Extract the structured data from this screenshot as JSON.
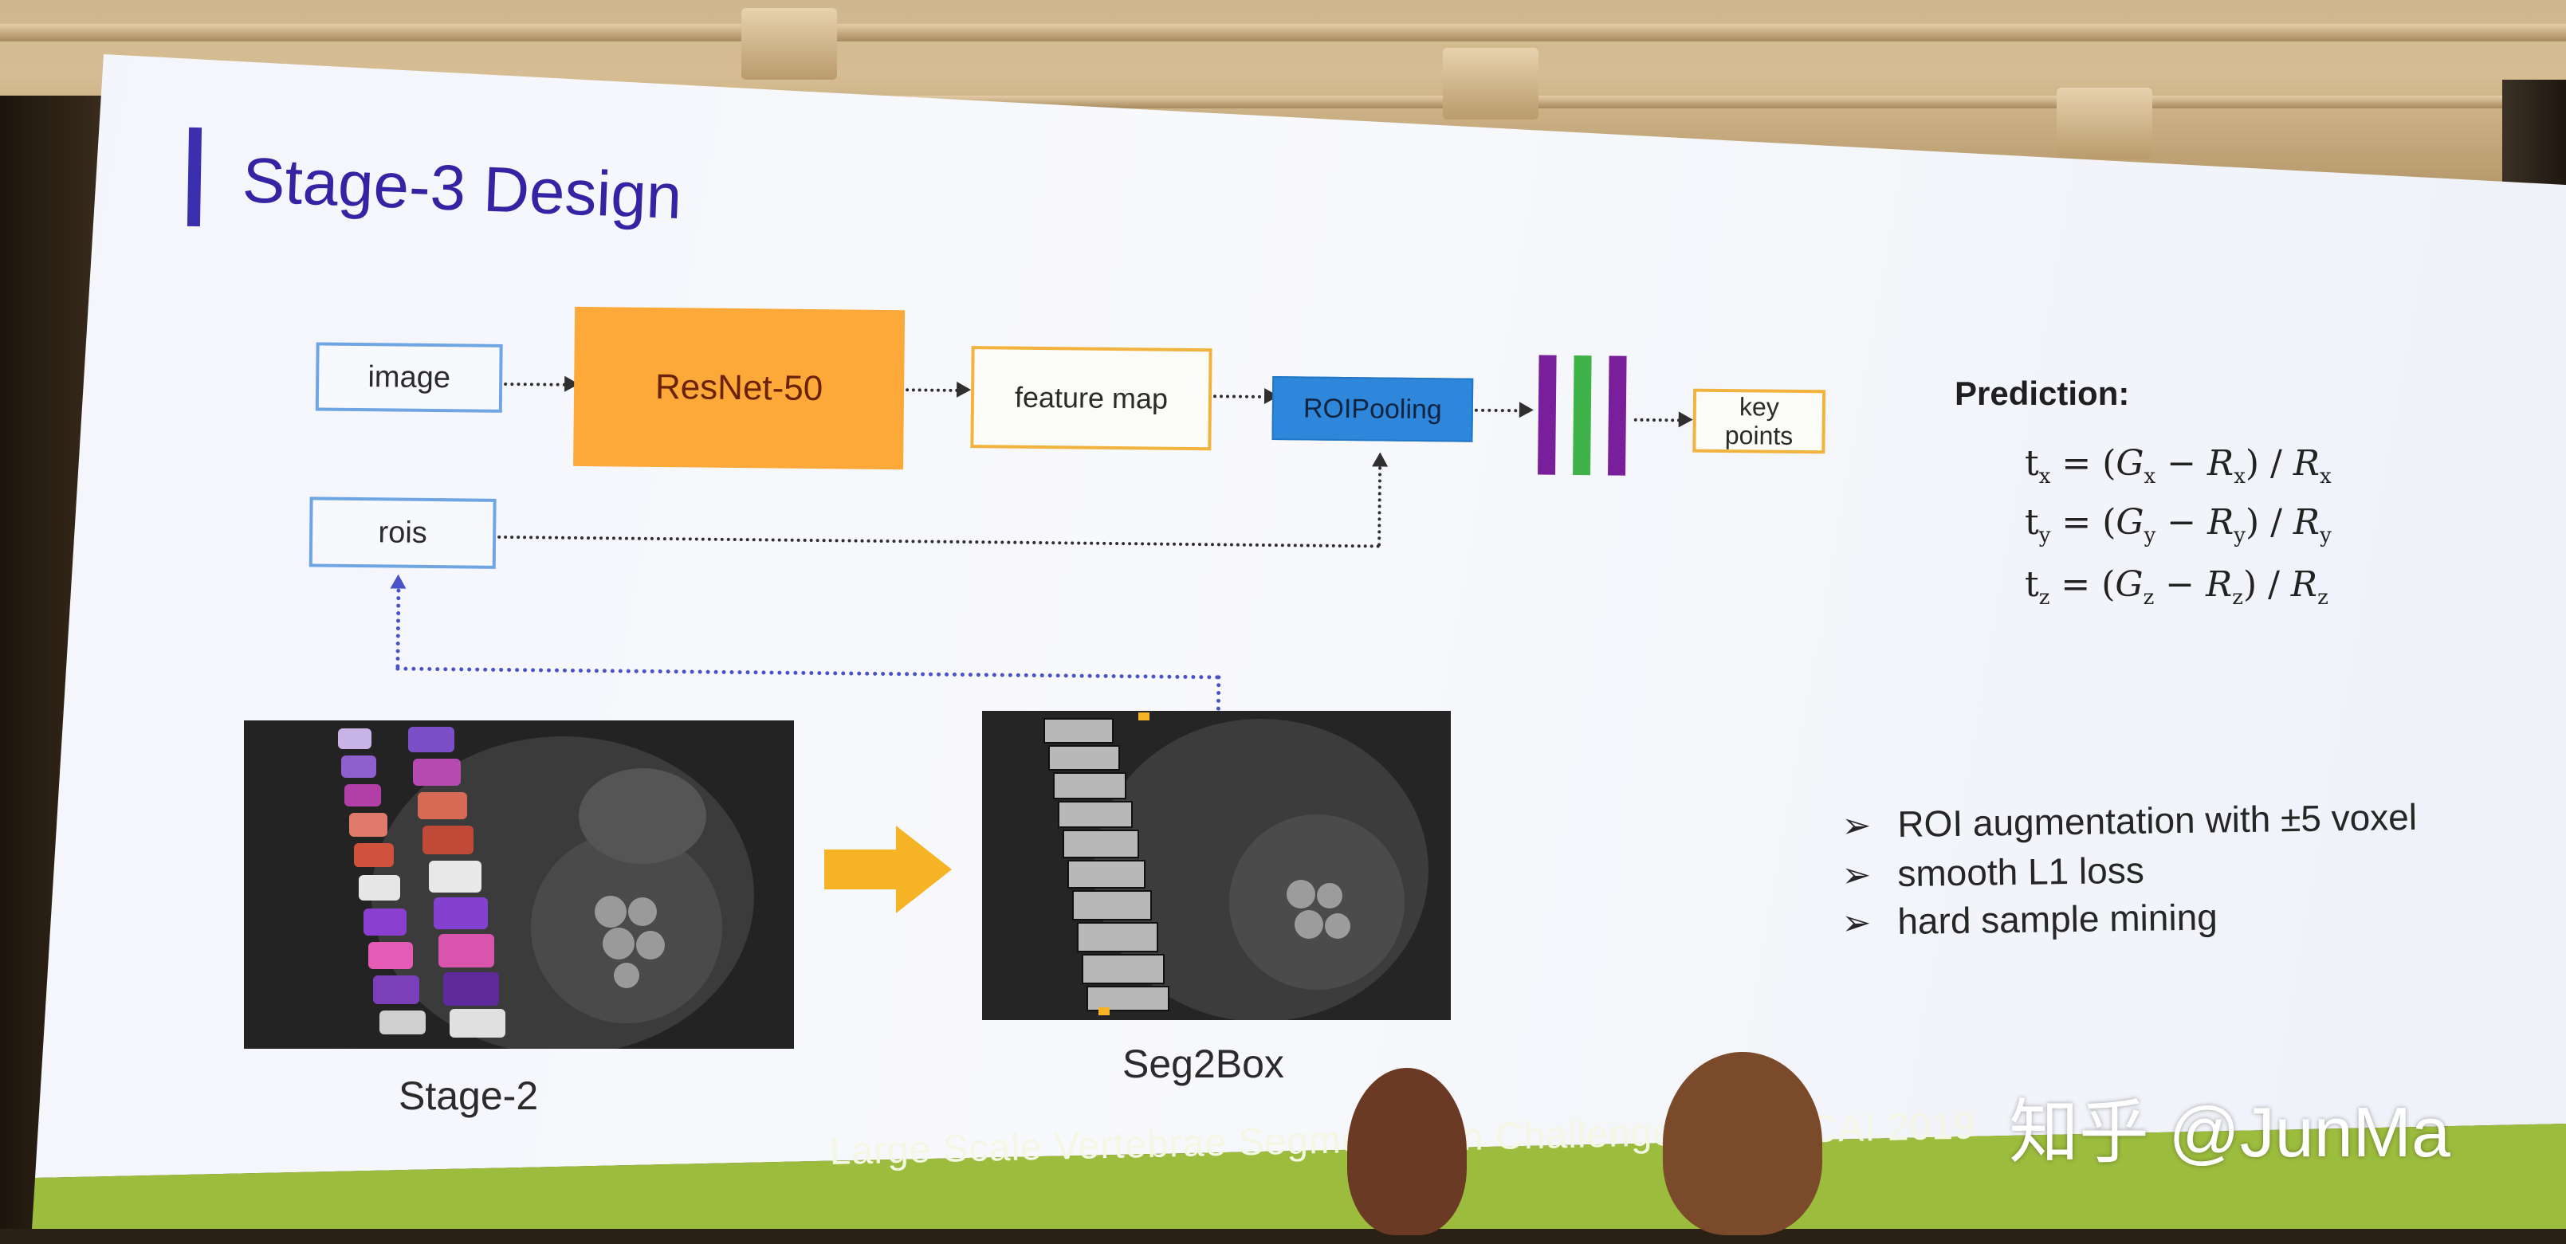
{
  "slide": {
    "title": "Stage-3 Design",
    "footer": "Large Scale Vertebrae Segmentation Challenge @ MICCAI 2019"
  },
  "diagram": {
    "image_label": "image",
    "resnet_label": "ResNet-50",
    "feature_map_label": "feature map",
    "roipooling_label": "ROIPooling",
    "key_points_label_1": "key",
    "key_points_label_2": "points",
    "rois_label": "rois"
  },
  "prediction": {
    "heading": "Prediction:",
    "equations": [
      {
        "lhs": "t",
        "sub": "x",
        "g": "G",
        "gsub": "x",
        "r": "R",
        "rsub": "x"
      },
      {
        "lhs": "t",
        "sub": "y",
        "g": "G",
        "gsub": "y",
        "r": "R",
        "rsub": "y"
      },
      {
        "lhs": "t",
        "sub": "z",
        "g": "G",
        "gsub": "z",
        "r": "R",
        "rsub": "z"
      }
    ]
  },
  "bullets": [
    "ROI augmentation with ±5 voxel",
    "smooth L1 loss",
    "hard sample mining"
  ],
  "captions": {
    "stage2": "Stage-2",
    "seg2box": "Seg2Box"
  },
  "watermark": "知乎 @JunMa",
  "colors": {
    "title": "#3424a4",
    "resnet": "#fca93a",
    "roipooling": "#2f87dc",
    "layer_purple": "#7a1f9c",
    "layer_green": "#3fb24a",
    "footer_bar": "#9cbc3e",
    "arrow_yellow": "#f6b325"
  }
}
